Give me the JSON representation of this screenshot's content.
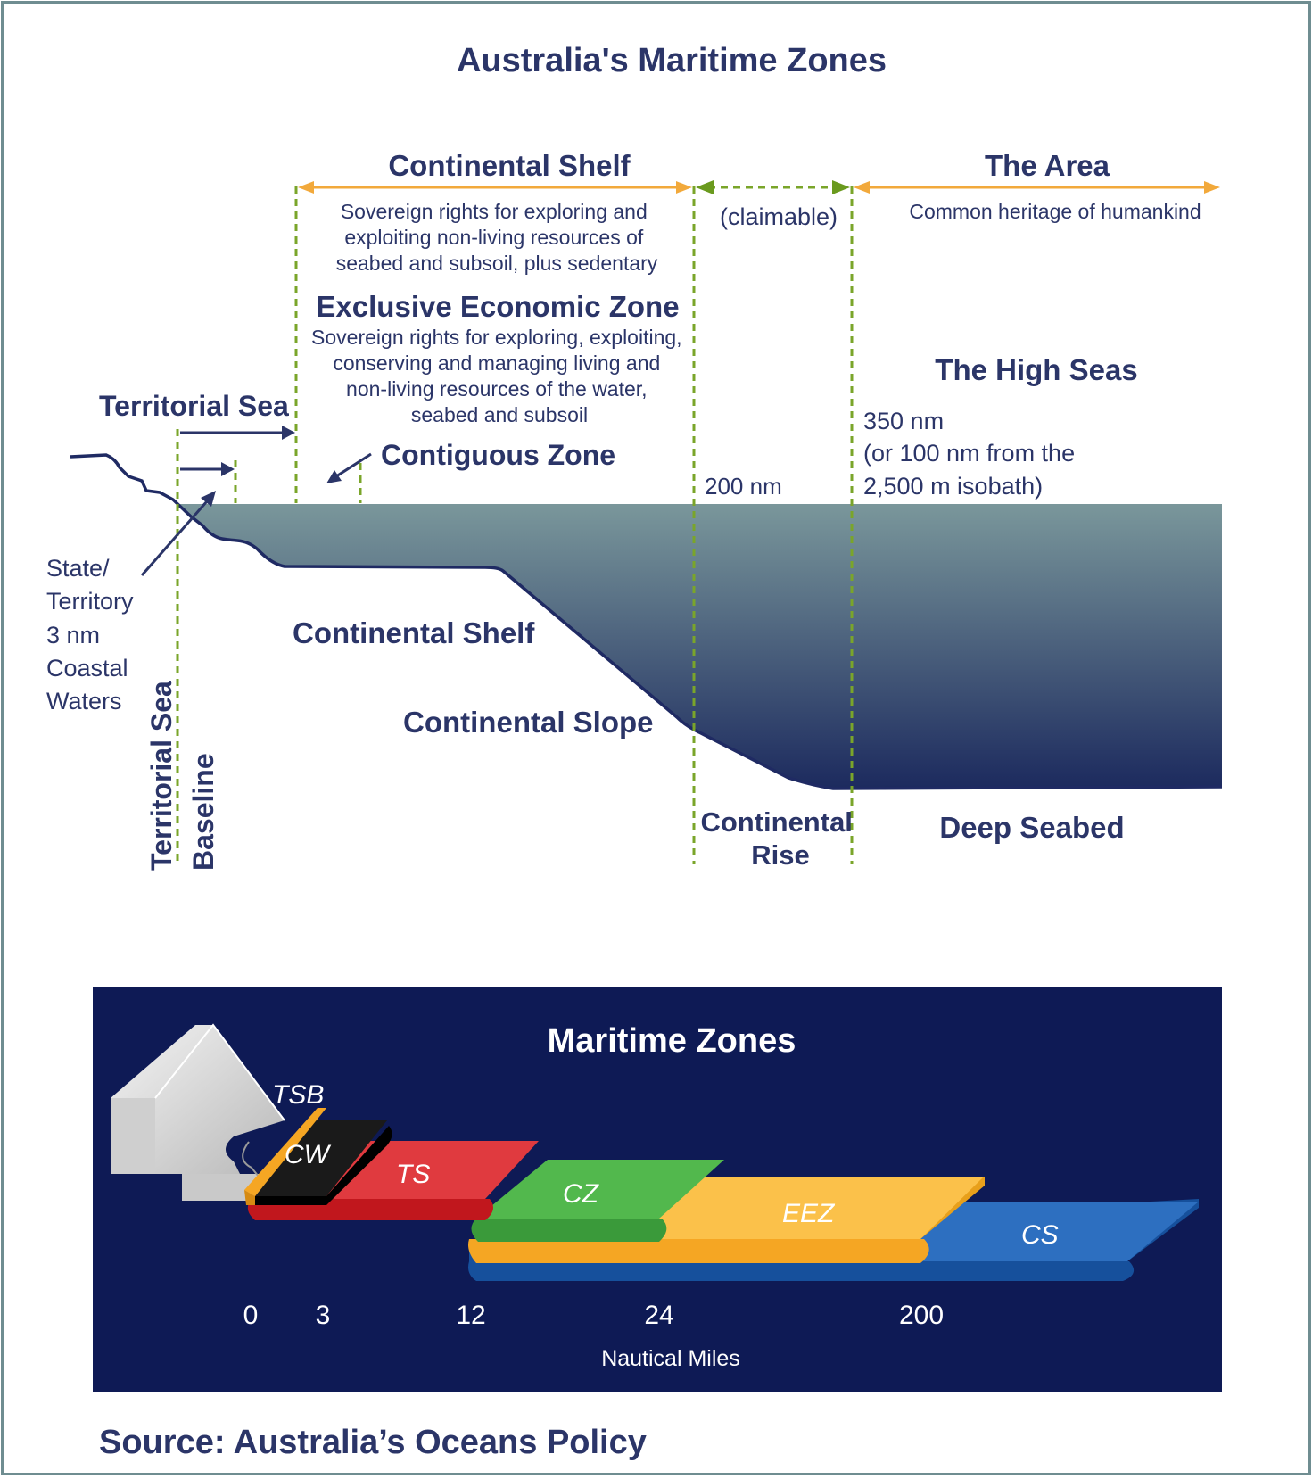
{
  "title": "Australia's Maritime Zones",
  "colors": {
    "navy_text": "#2b3568",
    "orange_arrow": "#f2a93b",
    "green_dash": "#7aa52a",
    "green_arrowhead": "#6a9a1e",
    "panel_bg": "#0e1a55",
    "frame": "#6f8d91",
    "sea_top": "#7a979b",
    "sea_bottom": "#1c2a5e"
  },
  "top": {
    "continental_shelf": {
      "title": "Continental Shelf",
      "desc": [
        "Sovereign rights for exploring and",
        "exploiting non-living resources of",
        "seabed and subsoil, plus sedentary"
      ]
    },
    "claimable": "(claimable)",
    "the_area": {
      "title": "The Area",
      "desc": "Common heritage of humankind"
    },
    "eez": {
      "title": "Exclusive Economic Zone",
      "desc": [
        "Sovereign rights for exploring, exploiting,",
        "conserving and managing living and",
        "non-living resources of the water,",
        "seabed and subsoil"
      ]
    },
    "high_seas": "The High Seas",
    "territorial_sea": "Territorial Sea",
    "contiguous_zone": "Contiguous Zone",
    "nm200": "200 nm",
    "nm350": [
      "350 nm",
      "(or 100 nm from the",
      "2,500 m isobath)"
    ],
    "coastal_waters": [
      "State/",
      "Territory",
      "3 nm",
      "Coastal",
      "Waters"
    ],
    "continental_shelf_floor": "Continental Shelf",
    "continental_slope": "Continental Slope",
    "continental_rise": [
      "Continental",
      "Rise"
    ],
    "deep_seabed": "Deep Seabed",
    "vertical_territorial_sea": "Territorial Sea",
    "vertical_baseline": "Baseline"
  },
  "panel": {
    "title": "Maritime Zones",
    "blocks": [
      {
        "label": "TSB",
        "color": "#f5a623"
      },
      {
        "label": "CW",
        "color": "#0a0a0a"
      },
      {
        "label": "TS",
        "color": "#d9252b"
      },
      {
        "label": "CZ",
        "color": "#49b048"
      },
      {
        "label": "EEZ",
        "color": "#fbb832"
      },
      {
        "label": "CS",
        "color": "#2d6fc0"
      }
    ],
    "ticks": [
      "0",
      "3",
      "12",
      "24",
      "200"
    ],
    "axis_label": "Nautical Miles"
  },
  "source": "Source: Australia’s Oceans Policy"
}
